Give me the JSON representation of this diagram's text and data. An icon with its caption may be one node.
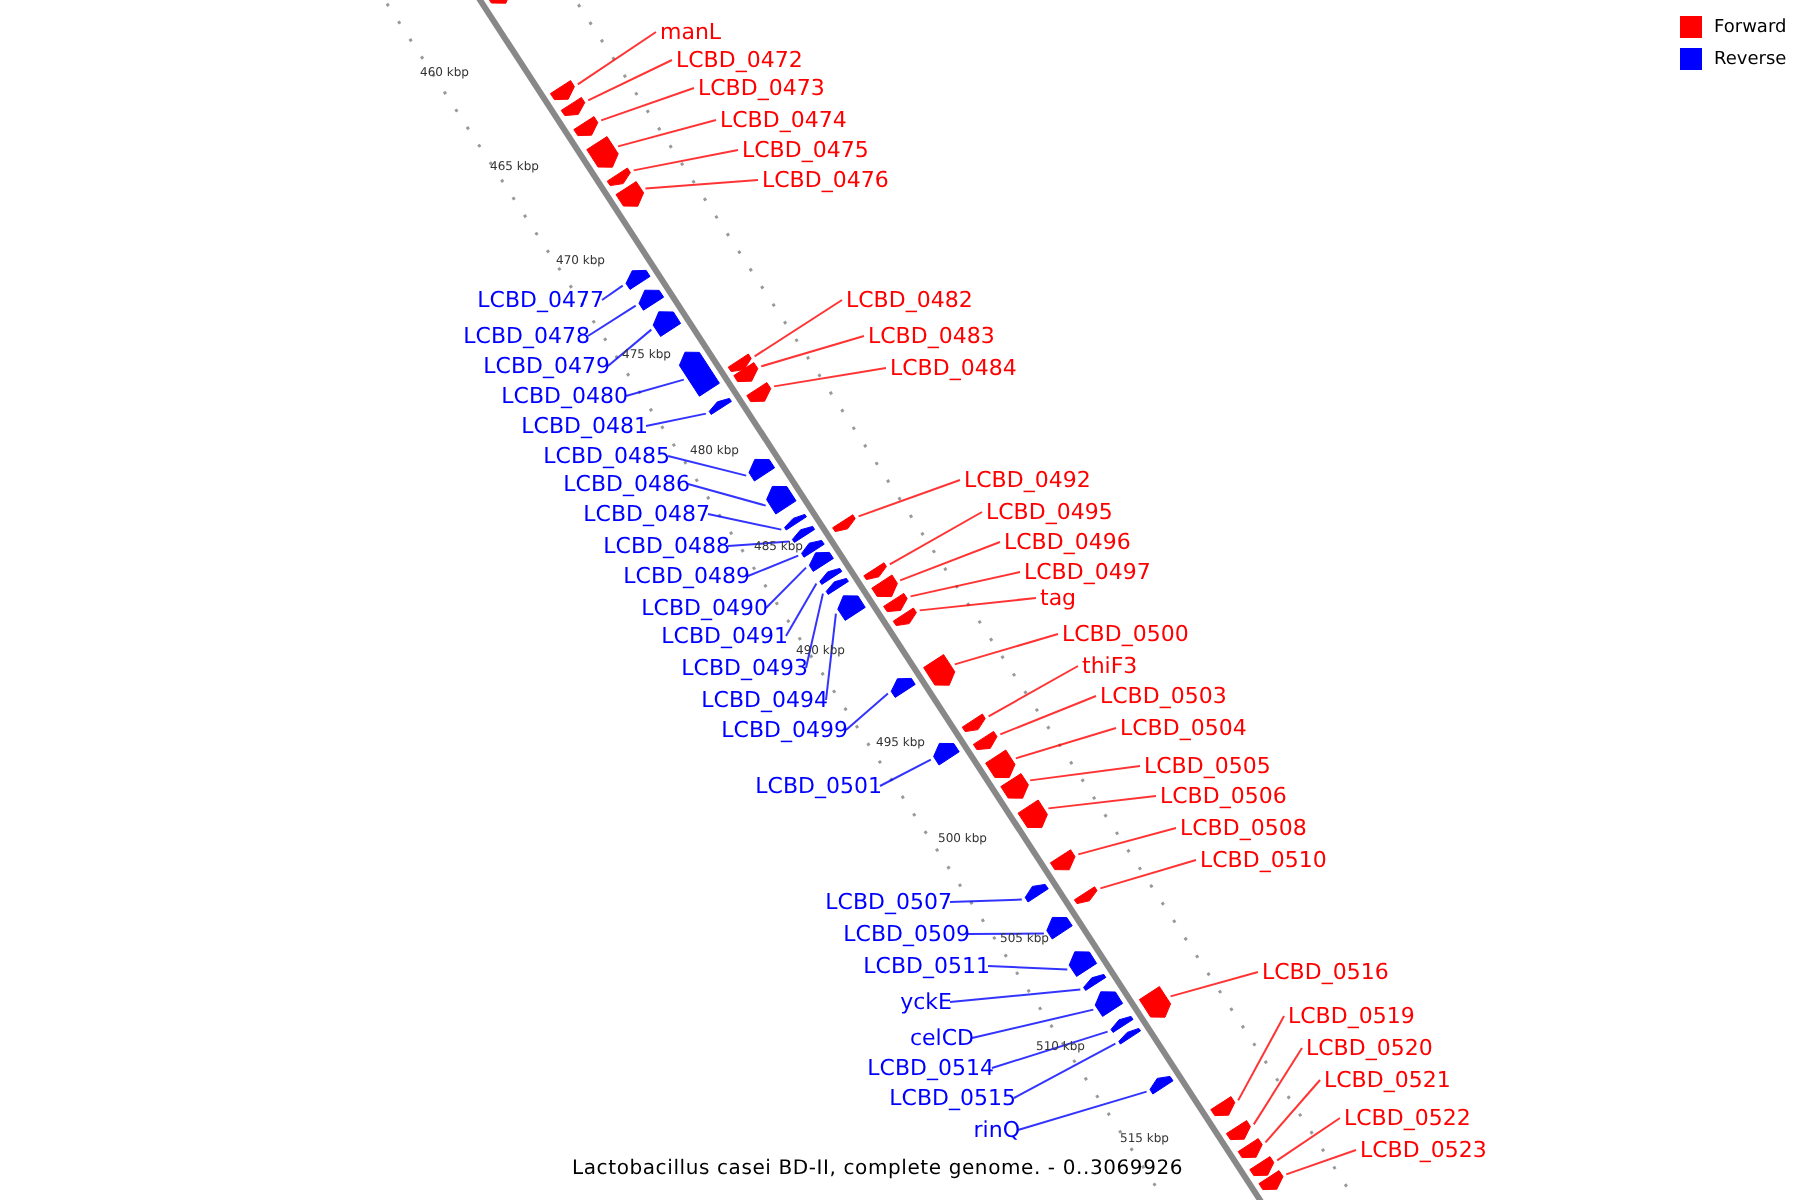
{
  "diagram": {
    "caption": "Lactobacillus casei BD-II, complete genome. - 0..3069926",
    "nodes": [
      {
        "text": [],
        "shape": "box"
      },
      {
        "text": [
          "manL"
        ]
      },
      {
        "text": [],
        "shape": "box"
      },
      {
        "text": [
          "LCBD_0472"
        ]
      },
      {
        "text": [],
        "shape": "box"
      },
      {
        "text": [
          "LCBD_0473"
        ]
      },
      {
        "text": [],
        "shape": "box"
      },
      {
        "text": [
          "LCBD_0474"
        ]
      },
      {
        "text": [],
        "shape": "box"
      },
      {
        "text": [
          "LCBD_0475"
        ]
      },
      {
        "text": [],
        "shape": "box"
      },
      {
        "text": [
          "LCBD_0476"
        ]
      },
      {
        "text": [],
        "shape": "box"
      },
      {
        "text": [
          "LCBD_0477"
        ]
      },
      {
        "text": [],
        "shape": "box"
      },
      {
        "text": [
          "LCBD_0482"
        ]
      },
      {
        "text": [],
        "shape": "box"
      },
      {
        "text": [
          "LCBD_0478"
        ]
      },
      {
        "text": [],
        "shape": "box"
      },
      {
        "text": [
          "LCBD_0483"
        ]
      },
      {
        "text": [],
        "shape": "box"
      },
      {
        "text": [
          "LCBD_0479"
        ]
      },
      {
        "text": [],
        "shape": "box"
      },
      {
        "text": [
          "LCBD_0484"
        ]
      },
      {
        "text": [],
        "shape": "box"
      },
      {
        "text": [
          "LCBD_0480"
        ]
      },
      {
        "text": [],
        "shape": "box"
      },
      {
        "text": [
          "LCBD_0481"
        ]
      },
      {
        "text": [],
        "shape": "box"
      },
      {
        "text": [
          "LCBD_0485"
        ]
      },
      {
        "text": [],
        "shape": "box"
      },
      {
        "text": [
          "LCBD_0492"
        ]
      },
      {
        "text": [],
        "shape": "box"
      },
      {
        "text": [
          "LCBD_0486"
        ]
      },
      {
        "text": [],
        "shape": "box"
      },
      {
        "text": [
          "LCBD_0495"
        ]
      },
      {
        "text": [],
        "shape": "box"
      },
      {
        "text": [
          "LCBD_0487"
        ]
      },
      {
        "text": [],
        "shape": "box"
      },
      {
        "text": [
          "LCBD_0496"
        ]
      },
      {
        "text": [],
        "shape": "box"
      },
      {
        "text": [
          "LCBD_0488"
        ]
      },
      {
        "text": [],
        "shape": "box"
      },
      {
        "text": [
          "LCBD_0497"
        ]
      },
      {
        "text": [],
        "shape": "box"
      },
      {
        "text": [
          "LCBD_0489"
        ]
      },
      {
        "text": [],
        "shape": "box"
      },
      {
        "text": [
          "tag"
        ]
      },
      {
        "text": [],
        "shape": "box"
      },
      {
        "text": [
          "LCBD_0490"
        ]
      },
      {
        "text": [],
        "shape": "box"
      },
      {
        "text": [
          "LCBD_0500"
        ]
      },
      {
        "text": [],
        "shape": "box"
      },
      {
        "text": [
          "LCBD_0491"
        ]
      },
      {
        "text": [],
        "shape": "box"
      },
      {
        "text": [
          "thiF3"
        ]
      },
      {
        "text": [],
        "shape": "box"
      },
      {
        "text": [
          "LCBD_0493"
        ]
      },
      {
        "text": [],
        "shape": "box"
      },
      {
        "text": [
          "LCBD_0503"
        ]
      },
      {
        "text": [],
        "shape": "box"
      },
      {
        "text": [
          "LCBD_0494"
        ]
      },
      {
        "text": [],
        "shape": "box"
      },
      {
        "text": [
          "LCBD_0504"
        ]
      },
      {
        "text": [],
        "shape": "box"
      },
      {
        "text": [
          "LCBD_0499"
        ]
      },
      {
        "text": [],
        "shape": "box"
      },
      {
        "text": [
          "LCBD_0505"
        ]
      },
      {
        "text": [],
        "shape": "box"
      },
      {
        "text": [
          "LCBD_0501"
        ]
      },
      {
        "text": [],
        "shape": "box"
      },
      {
        "text": [
          "LCBD_0506"
        ]
      },
      {
        "text": [],
        "shape": "box"
      },
      {
        "text": [
          "LCBD_0508"
        ]
      },
      {
        "text": [],
        "shape": "box"
      },
      {
        "text": [
          "LCBD_0510"
        ]
      },
      {
        "text": [],
        "shape": "box"
      },
      {
        "text": [
          "LCBD_0507"
        ]
      },
      {
        "text": [],
        "shape": "box"
      },
      {
        "text": [
          "LCBD_0509"
        ]
      },
      {
        "text": [],
        "shape": "box"
      },
      {
        "text": [
          "LCBD_0511"
        ]
      },
      {
        "text": [],
        "shape": "box"
      },
      {
        "text": [
          "LCBD_0516"
        ]
      },
      {
        "text": [],
        "shape": "box"
      },
      {
        "text": [
          "yckE"
        ]
      },
      {
        "text": [],
        "shape": "box"
      },
      {
        "text": [
          "LCBD_0519"
        ]
      },
      {
        "text": [],
        "shape": "box"
      },
      {
        "text": [
          "celCD"
        ]
      },
      {
        "text": [],
        "shape": "box"
      },
      {
        "text": [
          "LCBD_0520"
        ]
      },
      {
        "text": [],
        "shape": "box"
      },
      {
        "text": [
          "LCBD_0514"
        ]
      },
      {
        "text": [],
        "shape": "box"
      },
      {
        "text": [
          "LCBD_0521"
        ]
      },
      {
        "text": [],
        "shape": "box"
      },
      {
        "text": [
          "LCBD_0515"
        ]
      },
      {
        "text": [],
        "shape": "box"
      },
      {
        "text": [
          "LCBD_0522"
        ]
      },
      {
        "text": [],
        "shape": "box"
      },
      {
        "text": [
          "rinQ"
        ]
      },
      {
        "text": [],
        "shape": "box"
      },
      {
        "text": [
          "LCBD_0523"
        ]
      },
      {
        "text": [],
        "shape": "box"
      }
    ],
    "edges": [
      {
        "from": 1,
        "to": 2,
        "arrow": "none"
      },
      {
        "from": 3,
        "to": 4,
        "arrow": "none"
      },
      {
        "from": 5,
        "to": 6,
        "arrow": "none"
      },
      {
        "from": 7,
        "to": 8,
        "arrow": "none"
      },
      {
        "from": 9,
        "to": 10,
        "arrow": "none"
      },
      {
        "from": 11,
        "to": 12,
        "arrow": "none"
      },
      {
        "from": 13,
        "to": 14,
        "arrow": "none",
        "color": "#0000ff"
      },
      {
        "from": 15,
        "to": 16,
        "arrow": "none"
      },
      {
        "from": 17,
        "to": 18,
        "arrow": "none",
        "color": "#0000ff"
      },
      {
        "from": 19,
        "to": 20,
        "arrow": "none"
      },
      {
        "from": 21,
        "to": 22,
        "arrow": "none",
        "color": "#0000ff"
      },
      {
        "from": 23,
        "to": 24,
        "arrow": "none"
      },
      {
        "from": 25,
        "to": 26,
        "arrow": "none",
        "color": "#0000ff"
      },
      {
        "from": 27,
        "to": 28,
        "arrow": "none",
        "color": "#0000ff"
      },
      {
        "from": 29,
        "to": 30,
        "arrow": "none",
        "color": "#0000ff"
      },
      {
        "from": 31,
        "to": 32,
        "arrow": "none"
      },
      {
        "from": 33,
        "to": 34,
        "arrow": "none",
        "color": "#0000ff"
      },
      {
        "from": 35,
        "to": 36,
        "arrow": "none"
      },
      {
        "from": 37,
        "to": 38,
        "arrow": "none",
        "color": "#0000ff"
      },
      {
        "from": 39,
        "to": 40,
        "arrow": "none"
      },
      {
        "from": 41,
        "to": 42,
        "arrow": "none",
        "color": "#0000ff"
      },
      {
        "from": 43,
        "to": 44,
        "arrow": "none"
      },
      {
        "from": 45,
        "to": 46,
        "arrow": "none",
        "color": "#0000ff"
      },
      {
        "from": 47,
        "to": 48,
        "arrow": "none"
      },
      {
        "from": 49,
        "to": 50,
        "arrow": "none",
        "color": "#0000ff"
      },
      {
        "from": 51,
        "to": 52,
        "arrow": "none"
      },
      {
        "from": 53,
        "to": 54,
        "arrow": "none",
        "color": "#0000ff"
      },
      {
        "from": 55,
        "to": 56,
        "arrow": "none"
      },
      {
        "from": 57,
        "to": 58,
        "arrow": "none",
        "color": "#0000ff"
      },
      {
        "from": 59,
        "to": 60,
        "arrow": "none"
      },
      {
        "from": 61,
        "to": 62,
        "arrow": "none",
        "color": "#0000ff"
      },
      {
        "from": 63,
        "to": 64,
        "arrow": "none"
      },
      {
        "from": 65,
        "to": 66,
        "arrow": "none",
        "color": "#0000ff"
      },
      {
        "from": 67,
        "to": 68,
        "arrow": "none"
      },
      {
        "from": 69,
        "to": 70,
        "arrow": "none",
        "color": "#0000ff"
      },
      {
        "from": 71,
        "to": 72,
        "arrow": "none"
      },
      {
        "from": 73,
        "to": 74,
        "arrow": "none"
      },
      {
        "from": 75,
        "to": 76,
        "arrow": "none"
      },
      {
        "from": 77,
        "to": 78,
        "arrow": "none",
        "color": "#0000ff"
      },
      {
        "from": 79,
        "to": 80,
        "arrow": "none",
        "color": "#0000ff"
      },
      {
        "from": 81,
        "to": 82,
        "arrow": "none",
        "color": "#0000ff"
      },
      {
        "from": 83,
        "to": 84,
        "arrow": "none"
      },
      {
        "from": 85,
        "to": 86,
        "arrow": "none",
        "color": "#0000ff"
      },
      {
        "from": 87,
        "to": 88,
        "arrow": "none"
      },
      {
        "from": 89,
        "to": 90,
        "arrow": "none",
        "color": "#0000ff"
      },
      {
        "from": 91,
        "to": 92,
        "arrow": "none"
      },
      {
        "from": 93,
        "to": 94,
        "arrow": "none",
        "color": "#0000ff"
      },
      {
        "from": 95,
        "to": 96,
        "arrow": "none"
      },
      {
        "from": 97,
        "to": 98,
        "arrow": "none",
        "color": "#0000ff"
      },
      {
        "from": 99,
        "to": 100,
        "arrow": "none"
      },
      {
        "from": 101,
        "to": 102,
        "arrow": "none",
        "color": "#0000ff"
      },
      {
        "from": 103,
        "to": 104,
        "arrow": "none"
      }
    ],
    "labels": [
      "460 kbp",
      "465 kbp",
      "470 kbp",
      "475 kbp",
      "480 kbp",
      "485 kbp",
      "490 kbp",
      "495 kbp",
      "500 kbp",
      "505 kbp",
      "510 kbp",
      "515 kbp"
    ],
    "legend": [
      {
        "text": "Forward",
        "color": "#ff0000"
      },
      {
        "text": "Reverse",
        "color": "#0000ff"
      }
    ]
  }
}
